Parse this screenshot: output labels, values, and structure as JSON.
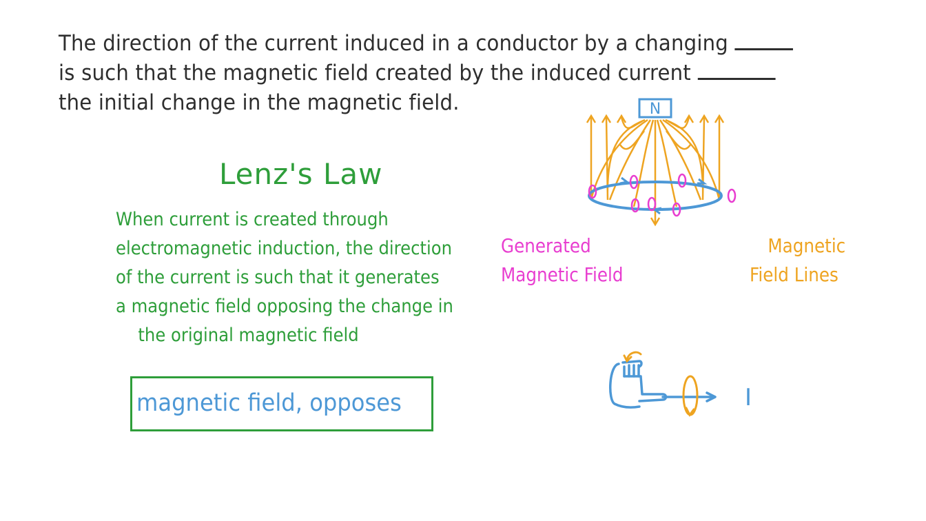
{
  "question": {
    "line1": "The direction of the current induced in a conductor by a changing",
    "line2": "is such that the magnetic field created by the induced current",
    "line3": "the initial change in the magnetic field."
  },
  "law": {
    "title": "Lenz's Law",
    "lines": [
      "When current is created through",
      "electromagnetic induction, the direction",
      "of the current is such that it generates",
      "a magnetic field opposing the change in",
      "the original magnetic field"
    ]
  },
  "answer": "magnetic field, opposes",
  "diagram": {
    "magnet_label": "N",
    "generated_label": [
      "Generated",
      "Magnetic Field"
    ],
    "field_lines_label": [
      "Magnetic",
      "Field Lines"
    ],
    "current_label": "I"
  },
  "colors": {
    "text": "#2e2e2e",
    "green": "#2e9e3a",
    "blue": "#4d98d6",
    "orange": "#eea421",
    "magenta": "#e83ed0"
  }
}
